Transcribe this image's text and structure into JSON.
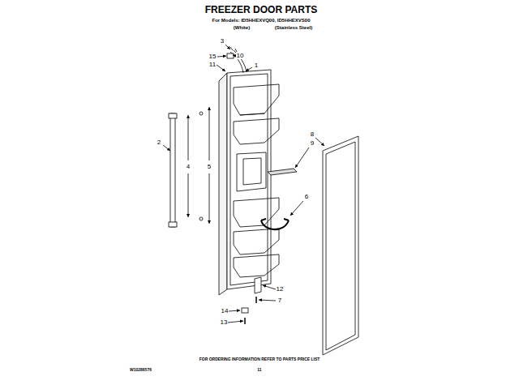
{
  "diagram": {
    "title": "FREEZER DOOR PARTS",
    "labels": [
      "For Models: ID5HHEXVQ00, ID5HHEXVS00",
      "(White)",
      "(Stainless Steel)",
      "3",
      "15",
      "10",
      "11",
      "1",
      "2",
      "4",
      "5",
      "8",
      "9",
      "6",
      "12",
      "7",
      "14",
      "13",
      "FOR ORDERING INFORMATION REFER TO PARTS PRICE LIST",
      "W10286576",
      "11"
    ]
  }
}
